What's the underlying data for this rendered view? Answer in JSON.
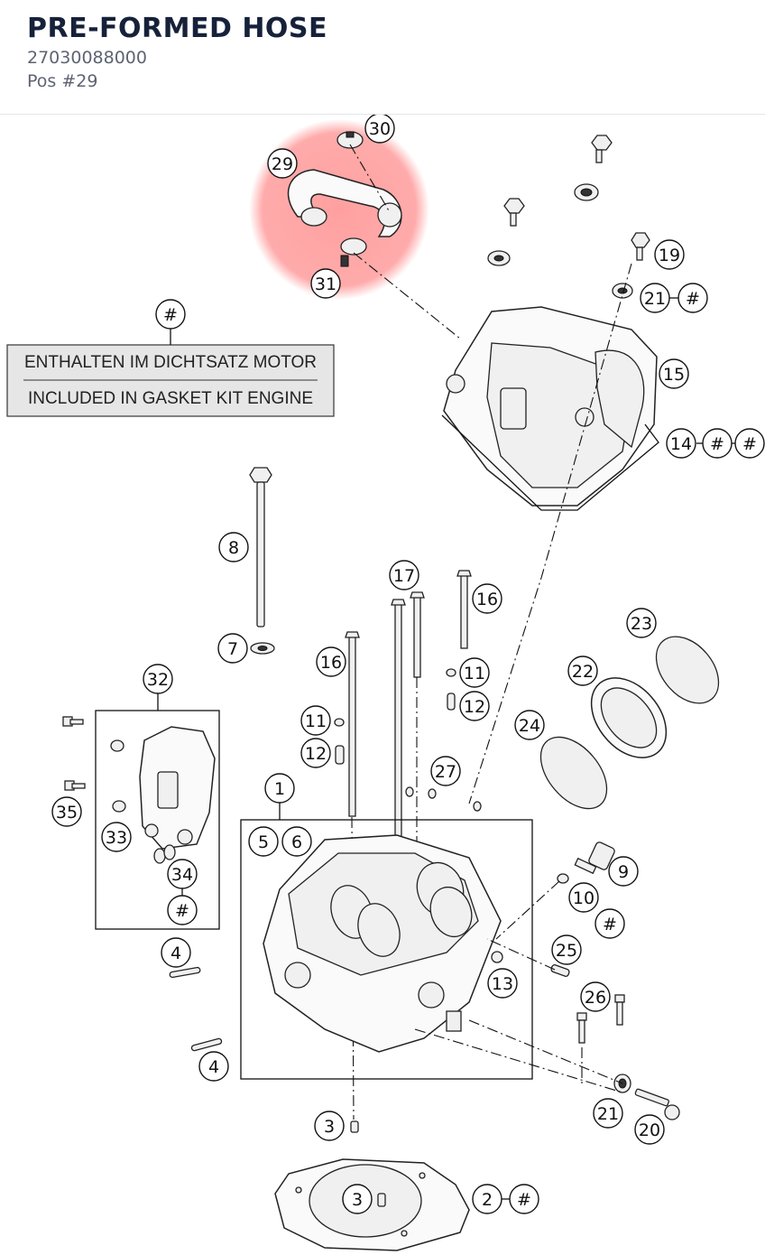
{
  "header": {
    "title": "PRE-FORMED HOSE",
    "part_number": "27030088000",
    "position": "Pos #29"
  },
  "diagram": {
    "highlight_color": "#ff8f8f",
    "note_box": {
      "line1": "ENTHALTEN IM DICHTSATZ MOTOR",
      "line2": "INCLUDED IN GASKET KIT ENGINE"
    },
    "callouts": {
      "c30": "30",
      "c29": "29",
      "c31": "31",
      "c19": "19",
      "c21a": "21",
      "c21a_hash": "#",
      "c15": "15",
      "c14": "14",
      "c14_hash1": "#",
      "c14_hash2": "#",
      "note_hash": "#",
      "c8": "8",
      "c7": "7",
      "c17": "17",
      "c16a": "16",
      "c16b": "16",
      "c11a": "11",
      "c12a": "12",
      "c11b": "11",
      "c12b": "12",
      "c23": "23",
      "c22": "22",
      "c24": "24",
      "c32": "32",
      "c35": "35",
      "c33": "33",
      "c34": "34",
      "c34_hash": "#",
      "c1": "1",
      "c5": "5",
      "c6": "6",
      "c27": "27",
      "c9": "9",
      "c10": "10",
      "c10_hash": "#",
      "c25": "25",
      "c13": "13",
      "c26": "26",
      "c4a": "4",
      "c4b": "4",
      "c21b": "21",
      "c20": "20",
      "c3a": "3",
      "c3b": "3",
      "c2": "2",
      "c2_hash": "#"
    }
  }
}
